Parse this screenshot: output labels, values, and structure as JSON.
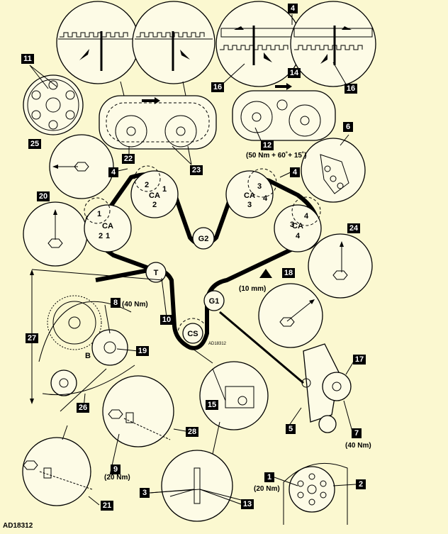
{
  "callouts": {
    "c1": "1",
    "c2": "2",
    "c3": "3",
    "c4a": "4",
    "c4b": "4",
    "c4c": "4",
    "c5": "5",
    "c6": "6",
    "c7": "7",
    "c8": "8",
    "c9": "9",
    "c10": "10",
    "c11": "11",
    "c12": "12",
    "c13": "13",
    "c14": "14",
    "c15": "15",
    "c16a": "16",
    "c16b": "16",
    "c17": "17",
    "c18": "18",
    "c19": "19",
    "c20": "20",
    "c21": "21",
    "c22": "22",
    "c23": "23",
    "c24": "24",
    "c25": "25",
    "c26": "26",
    "c27": "27",
    "c28": "28"
  },
  "texts": {
    "torque_12": "(50 Nm + 60˚+ 15˚)",
    "torque_8": "(40 Nm)",
    "torque_7": "(40 Nm)",
    "torque_9": "(20 Nm)",
    "torque_1": "(20 Nm)",
    "gap": "(10 mm)",
    "ref_main": "AD18312",
    "ref_small": "AD18312"
  },
  "pulleys": {
    "ca1": "CA",
    "ca1n": "1",
    "ca2": "CA",
    "ca2n": "2",
    "ca3": "CA",
    "ca3n": "3",
    "ca4": "CA",
    "ca4n": "4",
    "g2": "G2",
    "g1": "G1",
    "t": "T",
    "cs": "CS",
    "b": "B"
  },
  "marks": {
    "m1a": "1",
    "m2a": "2",
    "m2b": "2",
    "m1b": "1",
    "m3a": "3",
    "m4a": "4",
    "m3b": "3",
    "m4b": "4"
  },
  "colors": {
    "background": "#fbf8d0",
    "callout_fill": "#000000",
    "line": "#000000"
  }
}
